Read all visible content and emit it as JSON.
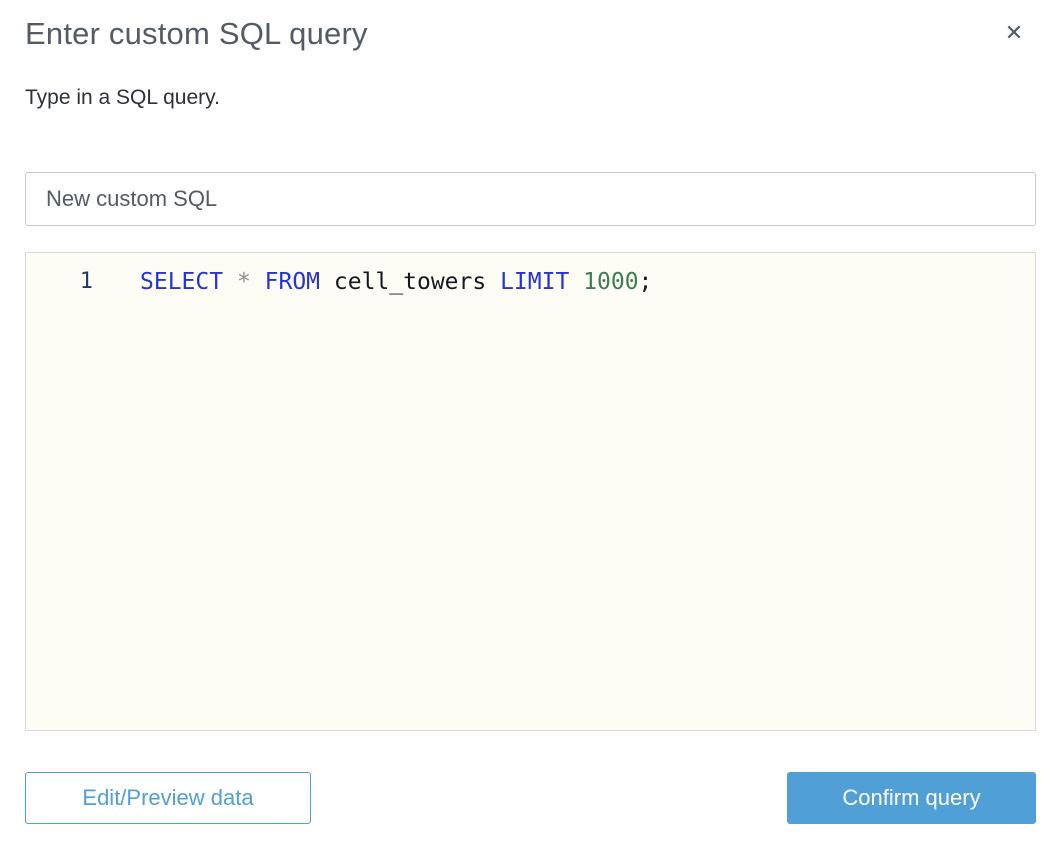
{
  "dialog": {
    "title": "Enter custom SQL query",
    "subtitle": "Type in a SQL query.",
    "close_icon": "✕"
  },
  "name_input": {
    "value": "New custom SQL"
  },
  "editor": {
    "line_number": "1",
    "sql_text": "SELECT * FROM cell_towers LIMIT 1000;",
    "tokens": [
      {
        "text": "SELECT ",
        "type": "keyword"
      },
      {
        "text": "* ",
        "type": "operator"
      },
      {
        "text": "FROM ",
        "type": "keyword"
      },
      {
        "text": "cell_towers ",
        "type": "identifier"
      },
      {
        "text": "LIMIT ",
        "type": "keyword"
      },
      {
        "text": "1000",
        "type": "number"
      },
      {
        "text": ";",
        "type": "text"
      }
    ]
  },
  "footer": {
    "edit_preview_label": "Edit/Preview data",
    "confirm_label": "Confirm query"
  },
  "colors": {
    "accent_blue": "#519fd7",
    "title_gray": "#545b64",
    "editor_bg": "#fdfdf6",
    "keyword_blue": "#2533db",
    "number_green": "#3e7e52",
    "operator_gray": "#8c8c8c",
    "gutter_navy": "#26366b"
  }
}
